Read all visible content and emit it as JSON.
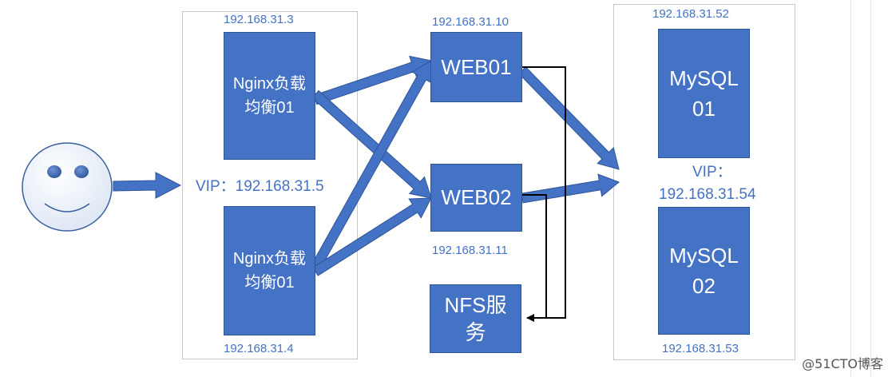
{
  "lb_group": {
    "nodes": [
      {
        "label": "Nginx负载\n均衡01",
        "ip": "192.168.31.3"
      },
      {
        "label": "Nginx负载\n均衡01",
        "ip": "192.168.31.4"
      }
    ],
    "vip": "VIP：192.168.31.5"
  },
  "web": [
    {
      "label": "WEB01",
      "ip": "192.168.31.10"
    },
    {
      "label": "WEB02",
      "ip": "192.168.31.11"
    }
  ],
  "nfs": {
    "label": "NFS服\n务"
  },
  "db_group": {
    "nodes": [
      {
        "label": "MySQL\n01",
        "ip": "192.168.31.52"
      },
      {
        "label": "MySQL\n02",
        "ip": "192.168.31.53"
      }
    ],
    "vip_label": "VIP：",
    "vip_ip": "192.168.31.54"
  },
  "watermark": "@51CTO博客",
  "colors": {
    "node_fill": "#4472c4",
    "arrow": "#4472c4",
    "ip_text": "#4472c4",
    "connector": "#000000"
  }
}
